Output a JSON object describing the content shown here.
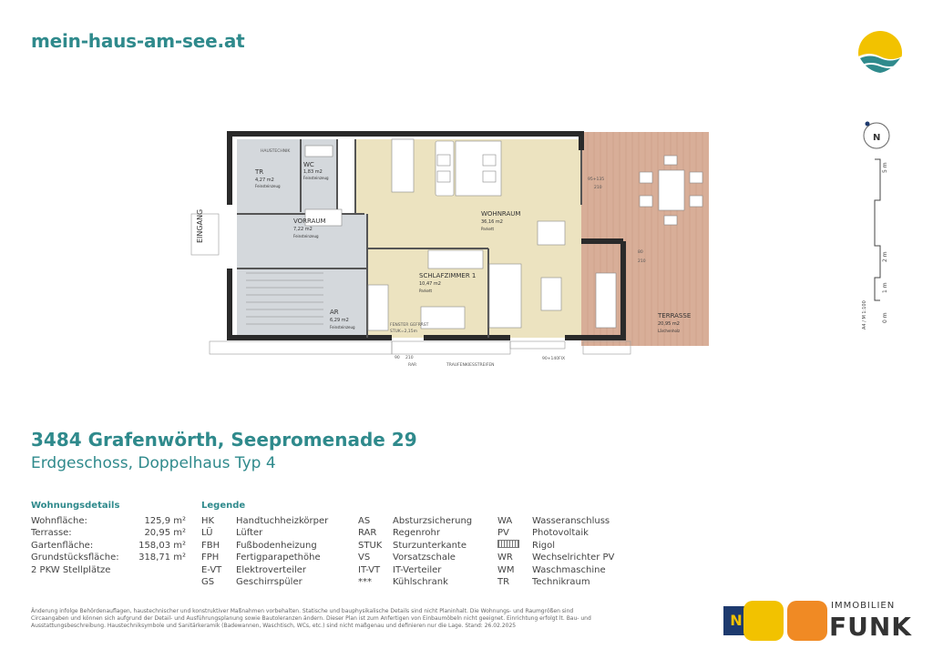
{
  "header": {
    "site": "mein-haus-am-see.at"
  },
  "plan": {
    "entrance": "EINGANG",
    "rooms": [
      {
        "name": "TR",
        "area": "4,27 m2",
        "floor": "Feinsteinzeug"
      },
      {
        "name": "WC",
        "area": "1,83 m2",
        "floor": "Feinsteinzeug"
      },
      {
        "name": "VORRAUM",
        "area": "7,22 m2",
        "floor": "Feinsteinzeug"
      },
      {
        "name": "AR",
        "area": "6,29 m2",
        "floor": "Feinsteinzeug"
      },
      {
        "name": "WOHNRAUM",
        "area": "36,16 m2",
        "floor": "Parkett"
      },
      {
        "name": "SCHLAFZIMMER 1",
        "area": "10,47 m2",
        "floor": "Parkett"
      },
      {
        "name": "TERRASSE",
        "area": "20,95 m2",
        "floor": "Lärchenholz"
      }
    ],
    "misc": {
      "haustechnik": "HAUSTECHNIK",
      "rar": "RAR",
      "strip": "TRAUFENKIESSTREIFEN",
      "stuk": "STUK=2,15m",
      "fenster": "FENSTER GEFRÄST",
      "d90": "90",
      "d80": "80",
      "d210": "210",
      "d95": "95+135",
      "d90b": "90+140FIX",
      "north": "N",
      "scale": "A4 / M 1:100",
      "scale_ticks": [
        "5 m",
        "2 m",
        "1 m",
        "0 m"
      ]
    }
  },
  "address": {
    "title": "3484 Grafenwörth, Seepromenade 29",
    "subtitle": "Erdgeschoss, Doppelhaus Typ 4"
  },
  "details": {
    "heading": "Wohnungsdetails",
    "rows": [
      {
        "k": "Wohnfläche:",
        "v": "125,9 m²"
      },
      {
        "k": "Terrasse:",
        "v": "20,95 m²"
      },
      {
        "k": "Gartenfläche:",
        "v": "158,03 m²"
      },
      {
        "k": "Grundstücksfläche:",
        "v": "318,71 m²"
      },
      {
        "k": "2 PKW Stellplätze",
        "v": ""
      }
    ]
  },
  "legend": {
    "heading": "Legende",
    "col1": [
      {
        "a": "HK",
        "t": "Handtuchheizkörper"
      },
      {
        "a": "LÜ",
        "t": "Lüfter"
      },
      {
        "a": "FBH",
        "t": "Fußbodenheizung"
      },
      {
        "a": "FPH",
        "t": "Fertigparapethöhe"
      },
      {
        "a": "E-VT",
        "t": "Elektroverteiler"
      },
      {
        "a": "GS",
        "t": "Geschirrspüler"
      }
    ],
    "col2": [
      {
        "a": "AS",
        "t": "Absturzsicherung"
      },
      {
        "a": "RAR",
        "t": "Regenrohr"
      },
      {
        "a": "STUK",
        "t": "Sturzunterkante"
      },
      {
        "a": "VS",
        "t": "Vorsatzschale"
      },
      {
        "a": "IT-VT",
        "t": "IT-Verteiler"
      },
      {
        "a": "***",
        "t": "Kühlschrank"
      }
    ],
    "col3": [
      {
        "a": "WA",
        "t": "Wasseranschluss"
      },
      {
        "a": "PV",
        "t": "Photovoltaik"
      },
      {
        "a": "",
        "t": "Rigol"
      },
      {
        "a": "WR",
        "t": "Wechselrichter PV"
      },
      {
        "a": "WM",
        "t": "Waschmaschine"
      },
      {
        "a": "TR",
        "t": "Technikraum"
      }
    ]
  },
  "footer": {
    "text": "Änderung infolge Behördenauflagen, haustechnischer und konstruktiver Maßnahmen vorbehalten. Statische und bauphysikalische Details sind nicht Planinhalt. Die Wohnungs- und Raumgrößen sind Circaangaben und können sich aufgrund der Detail- und Ausführungsplanung sowie Bautoleranzen ändern. Dieser Plan ist zum Anfertigen von Einbaumöbeln nicht geeignet. Einrichtung erfolgt lt. Bau- und Ausstattungsbeschreibung. Haustechniksymbole und Sanitärkeramik (Badewannen, Waschtisch, WCs, etc.) sind nicht maßgenau und definieren nur die Lage. Stand: 26.02.2025"
  },
  "brand": {
    "immobilien": "IMMOBILIEN",
    "funk": "FUNK",
    "n_letter": "N",
    "colors": {
      "teal": "#2f8a8c",
      "yellow": "#f2c200",
      "orange": "#f08a24",
      "navy": "#1d3a6e",
      "terrace": "#d8ae98"
    }
  }
}
